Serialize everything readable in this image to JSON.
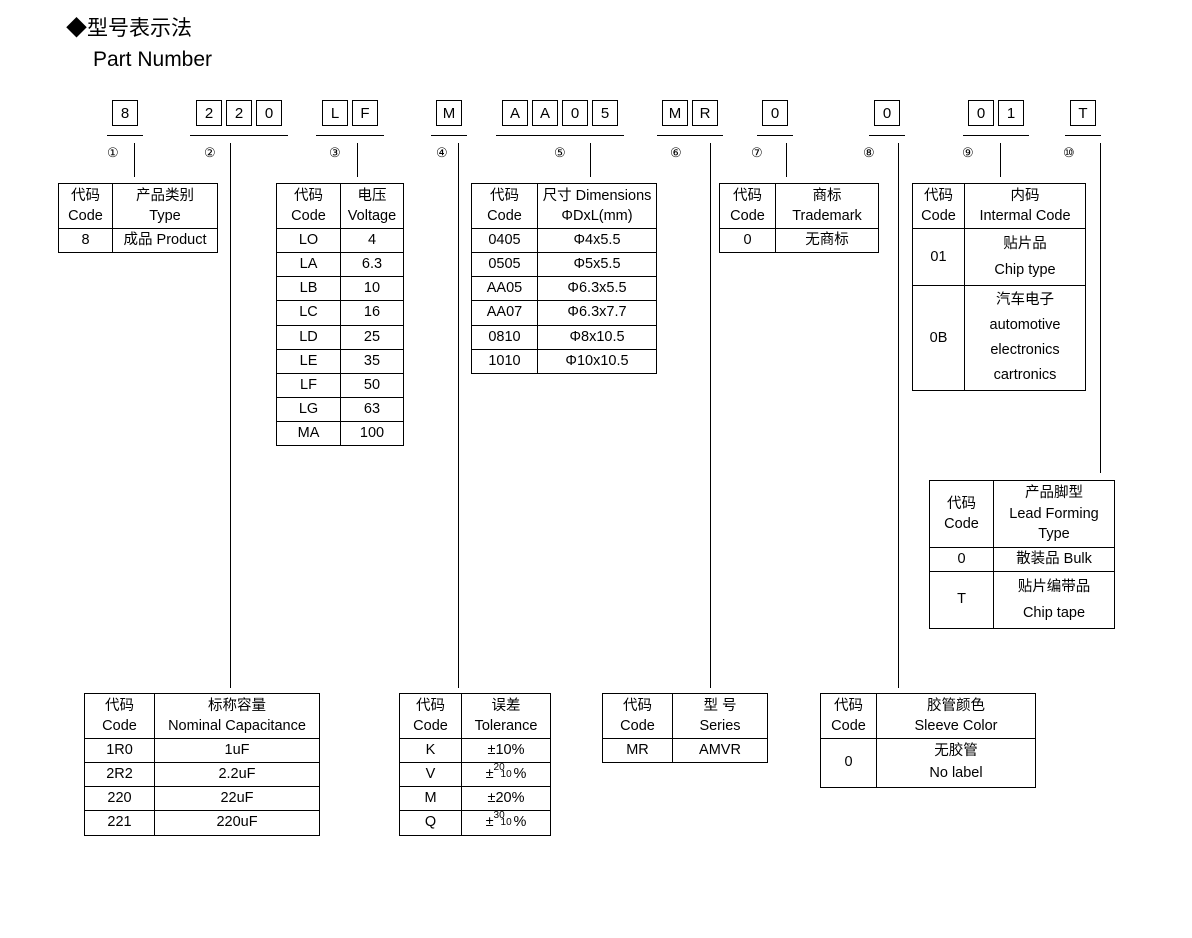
{
  "heading": {
    "cn": "◆型号表示法",
    "en": "Part Number"
  },
  "part_number": {
    "groups": [
      {
        "index": "①",
        "chars": [
          "8"
        ]
      },
      {
        "index": "②",
        "chars": [
          "2",
          "2",
          "0"
        ]
      },
      {
        "index": "③",
        "chars": [
          "L",
          "F"
        ]
      },
      {
        "index": "④",
        "chars": [
          "M"
        ]
      },
      {
        "index": "⑤",
        "chars": [
          "A",
          "A",
          "0",
          "5"
        ]
      },
      {
        "index": "⑥",
        "chars": [
          "M",
          "R"
        ]
      },
      {
        "index": "⑦",
        "chars": [
          "0"
        ]
      },
      {
        "index": "⑧",
        "chars": [
          "0"
        ]
      },
      {
        "index": "⑨",
        "chars": [
          "0",
          "1"
        ]
      },
      {
        "index": "⑩",
        "chars": [
          "T"
        ]
      }
    ]
  },
  "tables": {
    "type": {
      "header": {
        "code_cn": "代码",
        "code_en": "Code",
        "value_cn": "产品类别",
        "value_en": "Type"
      },
      "rows": [
        {
          "code": "8",
          "value": "成品 Product"
        }
      ]
    },
    "voltage": {
      "header": {
        "code_cn": "代码",
        "code_en": "Code",
        "value_cn": "电压",
        "value_en": "Voltage"
      },
      "rows": [
        {
          "code": "LO",
          "value": "4"
        },
        {
          "code": "LA",
          "value": "6.3"
        },
        {
          "code": "LB",
          "value": "10"
        },
        {
          "code": "LC",
          "value": "16"
        },
        {
          "code": "LD",
          "value": "25"
        },
        {
          "code": "LE",
          "value": "35"
        },
        {
          "code": "LF",
          "value": "50"
        },
        {
          "code": "LG",
          "value": "63"
        },
        {
          "code": "MA",
          "value": "100"
        }
      ]
    },
    "dimensions": {
      "header": {
        "code_cn": "代码",
        "code_en": "Code",
        "value_cn": "尺寸 Dimensions",
        "value_en": "ΦDxL(mm)"
      },
      "rows": [
        {
          "code": "0405",
          "value": "Φ4x5.5"
        },
        {
          "code": "0505",
          "value": "Φ5x5.5"
        },
        {
          "code": "AA05",
          "value": "Φ6.3x5.5"
        },
        {
          "code": "AA07",
          "value": "Φ6.3x7.7"
        },
        {
          "code": "0810",
          "value": "Φ8x10.5"
        },
        {
          "code": "1010",
          "value": "Φ10x10.5"
        }
      ]
    },
    "trademark": {
      "header": {
        "code_cn": "代码",
        "code_en": "Code",
        "value_cn": "商标",
        "value_en": "Trademark"
      },
      "rows": [
        {
          "code": "0",
          "value": "无商标"
        }
      ]
    },
    "internal_code": {
      "header": {
        "code_cn": "代码",
        "code_en": "Code",
        "value_cn": "内码",
        "value_en": "Intermal Code"
      },
      "rows": [
        {
          "code": "01",
          "value_cn": "贴片品",
          "value_en": "Chip type"
        },
        {
          "code": "0B",
          "value_cn": "汽车电子",
          "value_en": "automotive",
          "value_en2": "electronics",
          "value_en3": "cartronics"
        }
      ]
    },
    "lead_forming": {
      "header": {
        "code_cn": "代码",
        "code_en": "Code",
        "value_cn": "产品脚型",
        "value_en": "Lead Forming",
        "value_en2": "Type"
      },
      "rows": [
        {
          "code": "0",
          "value": "散装品 Bulk"
        },
        {
          "code": "T",
          "value_cn": "贴片编带品",
          "value_en": "Chip tape"
        }
      ]
    },
    "capacitance": {
      "header": {
        "code_cn": "代码",
        "code_en": "Code",
        "value_cn": "标称容量",
        "value_en": "Nominal Capacitance"
      },
      "rows": [
        {
          "code": "1R0",
          "value": "1uF"
        },
        {
          "code": "2R2",
          "value": "2.2uF"
        },
        {
          "code": "220",
          "value": "22uF"
        },
        {
          "code": "221",
          "value": "220uF"
        }
      ]
    },
    "tolerance": {
      "header": {
        "code_cn": "代码",
        "code_en": "Code",
        "value_cn": "误差",
        "value_en": "Tolerance"
      },
      "rows": [
        {
          "code": "K",
          "value": "±10%"
        },
        {
          "code": "V",
          "sign": "±",
          "upper": "20",
          "lower": "10",
          "unit": "%"
        },
        {
          "code": "M",
          "value": "±20%"
        },
        {
          "code": "Q",
          "sign": "±",
          "upper": "30",
          "lower": "10",
          "unit": "%"
        }
      ]
    },
    "series": {
      "header": {
        "code_cn": "代码",
        "code_en": "Code",
        "value_cn": "型 号",
        "value_en": "Series"
      },
      "rows": [
        {
          "code": "MR",
          "value": "AMVR"
        }
      ]
    },
    "sleeve_color": {
      "header": {
        "code_cn": "代码",
        "code_en": "Code",
        "value_cn": "胶管颜色",
        "value_en": "Sleeve Color"
      },
      "rows": [
        {
          "code": "0",
          "value_cn": "无胶管",
          "value_en": "No label"
        }
      ]
    }
  }
}
